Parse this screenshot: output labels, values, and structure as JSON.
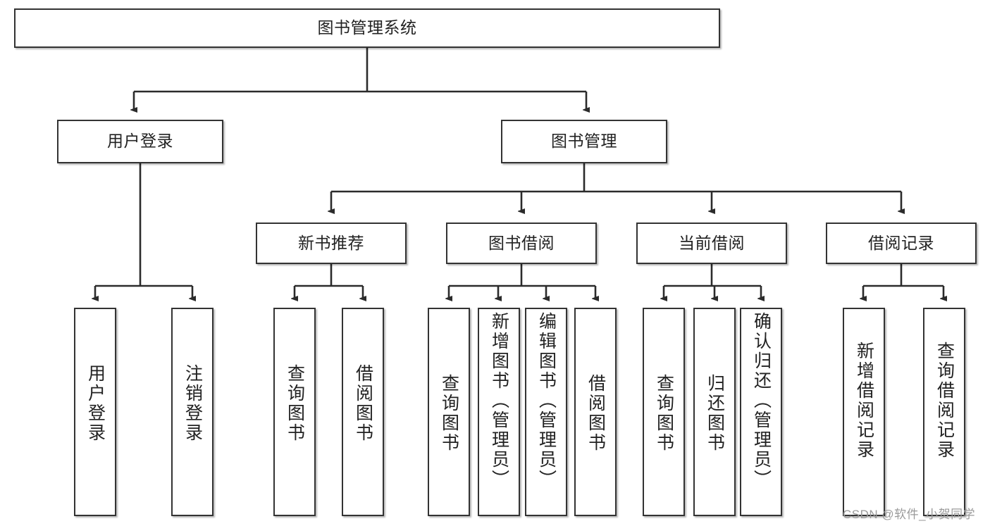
{
  "diagram": {
    "title": "图书管理系统",
    "type": "hierarchy-tree",
    "root": {
      "id": "root",
      "label": "图书管理系统"
    },
    "level2": [
      {
        "id": "user-login",
        "label": "用户登录"
      },
      {
        "id": "book-manage",
        "label": "图书管理"
      }
    ],
    "level3": [
      {
        "id": "new-book-rec",
        "label": "新书推荐"
      },
      {
        "id": "book-borrow",
        "label": "图书借阅"
      },
      {
        "id": "current-borrow",
        "label": "当前借阅"
      },
      {
        "id": "borrow-record",
        "label": "借阅记录"
      }
    ],
    "leaves": {
      "user_login": [
        {
          "id": "leaf-user-login",
          "label": "用户登录"
        },
        {
          "id": "leaf-logout",
          "label": "注销登录"
        }
      ],
      "new_book_rec": [
        {
          "id": "leaf-query-book-1",
          "label": "查询图书"
        },
        {
          "id": "leaf-borrow-book-1",
          "label": "借阅图书"
        }
      ],
      "book_borrow": [
        {
          "id": "leaf-query-book-2",
          "label": "查询图书"
        },
        {
          "id": "leaf-add-book",
          "label": "新增图书（管理员）"
        },
        {
          "id": "leaf-edit-book",
          "label": "编辑图书（管理员）"
        },
        {
          "id": "leaf-borrow-book-2",
          "label": "借阅图书"
        }
      ],
      "current_borrow": [
        {
          "id": "leaf-query-book-3",
          "label": "查询图书"
        },
        {
          "id": "leaf-return-book",
          "label": "归还图书"
        },
        {
          "id": "leaf-confirm-return",
          "label": "确认归还（管理员）"
        }
      ],
      "borrow_record": [
        {
          "id": "leaf-add-record",
          "label": "新增借阅记录"
        },
        {
          "id": "leaf-query-record",
          "label": "查询借阅记录"
        }
      ]
    }
  },
  "watermark": {
    "text": "CSDN @软件_小贺同学"
  },
  "colors": {
    "border": "#333333",
    "background": "#ffffff",
    "text": "#222222",
    "watermark": "#9a9a9a",
    "edge": "#2b2b2b"
  }
}
